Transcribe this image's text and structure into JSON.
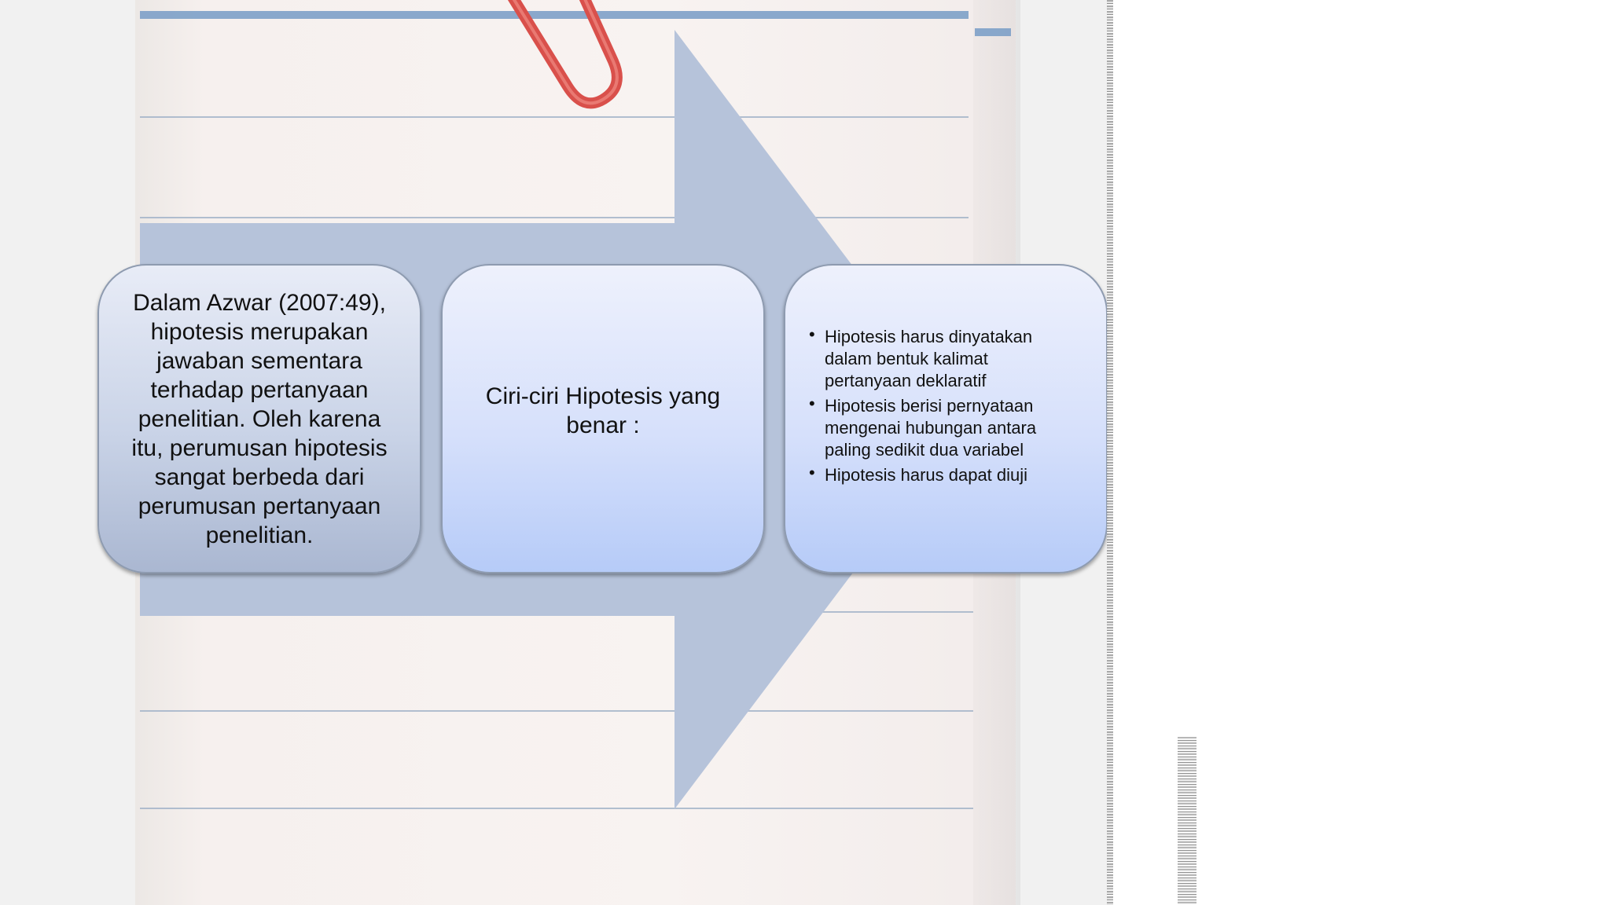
{
  "slide": {
    "box1_text": "Dalam Azwar (2007:49), hipotesis merupakan jawaban sementara terhadap pertanyaan penelitian. Oleh karena itu, perumusan hipotesis sangat berbeda dari perumusan pertanyaan penelitian.",
    "box2_text": "Ciri-ciri Hipotesis yang benar :",
    "box3_bullets": [
      "Hipotesis harus dinyatakan dalam bentuk kalimat pertanyaan deklaratif",
      "Hipotesis berisi pernyataan mengenai hubungan antara paling sedikit dua variabel",
      "Hipotesis harus dapat diuji"
    ]
  },
  "colors": {
    "arrow": "#b6c3da",
    "paperclip": "#d9504b",
    "box_border": "#8e9bb0"
  },
  "icons": {
    "background": "notebook-paper",
    "clip": "paperclip-icon"
  }
}
